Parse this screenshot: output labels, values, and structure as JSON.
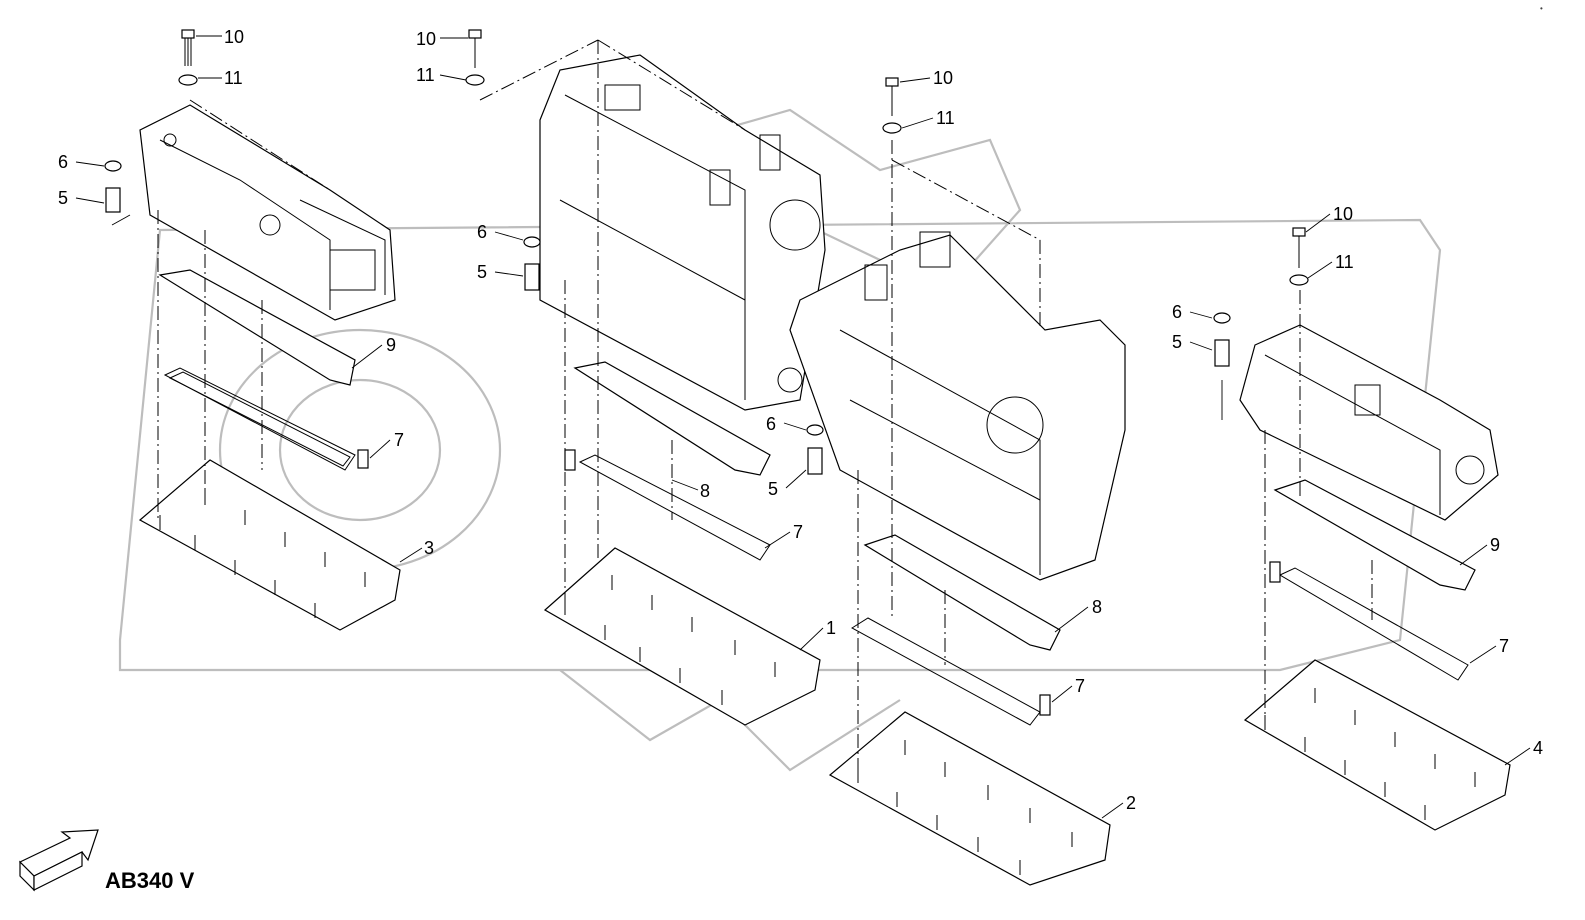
{
  "drawing": {
    "model_code": "AB340 V",
    "corner_mark": "•"
  },
  "callouts": [
    {
      "id": "c10a",
      "label": "10"
    },
    {
      "id": "c11a",
      "label": "11"
    },
    {
      "id": "c6a",
      "label": "6"
    },
    {
      "id": "c5a",
      "label": "5"
    },
    {
      "id": "c9a",
      "label": "9"
    },
    {
      "id": "c7a",
      "label": "7"
    },
    {
      "id": "c3",
      "label": "3"
    },
    {
      "id": "c10b",
      "label": "10"
    },
    {
      "id": "c11b",
      "label": "11"
    },
    {
      "id": "c6b",
      "label": "6"
    },
    {
      "id": "c5b",
      "label": "5"
    },
    {
      "id": "c8b",
      "label": "8"
    },
    {
      "id": "c7b",
      "label": "7"
    },
    {
      "id": "c1",
      "label": "1"
    },
    {
      "id": "c10c",
      "label": "10"
    },
    {
      "id": "c11c",
      "label": "11"
    },
    {
      "id": "c6c",
      "label": "6"
    },
    {
      "id": "c5c",
      "label": "5"
    },
    {
      "id": "c8c",
      "label": "8"
    },
    {
      "id": "c7c",
      "label": "7"
    },
    {
      "id": "c2",
      "label": "2"
    },
    {
      "id": "c10d",
      "label": "10"
    },
    {
      "id": "c11d",
      "label": "11"
    },
    {
      "id": "c6d",
      "label": "6"
    },
    {
      "id": "c5d",
      "label": "5"
    },
    {
      "id": "c9d",
      "label": "9"
    },
    {
      "id": "c7d",
      "label": "7"
    },
    {
      "id": "c4",
      "label": "4"
    }
  ],
  "icons": {
    "direction_arrow": "view-direction-arrow-icon",
    "watermark": "watermark-logo"
  }
}
